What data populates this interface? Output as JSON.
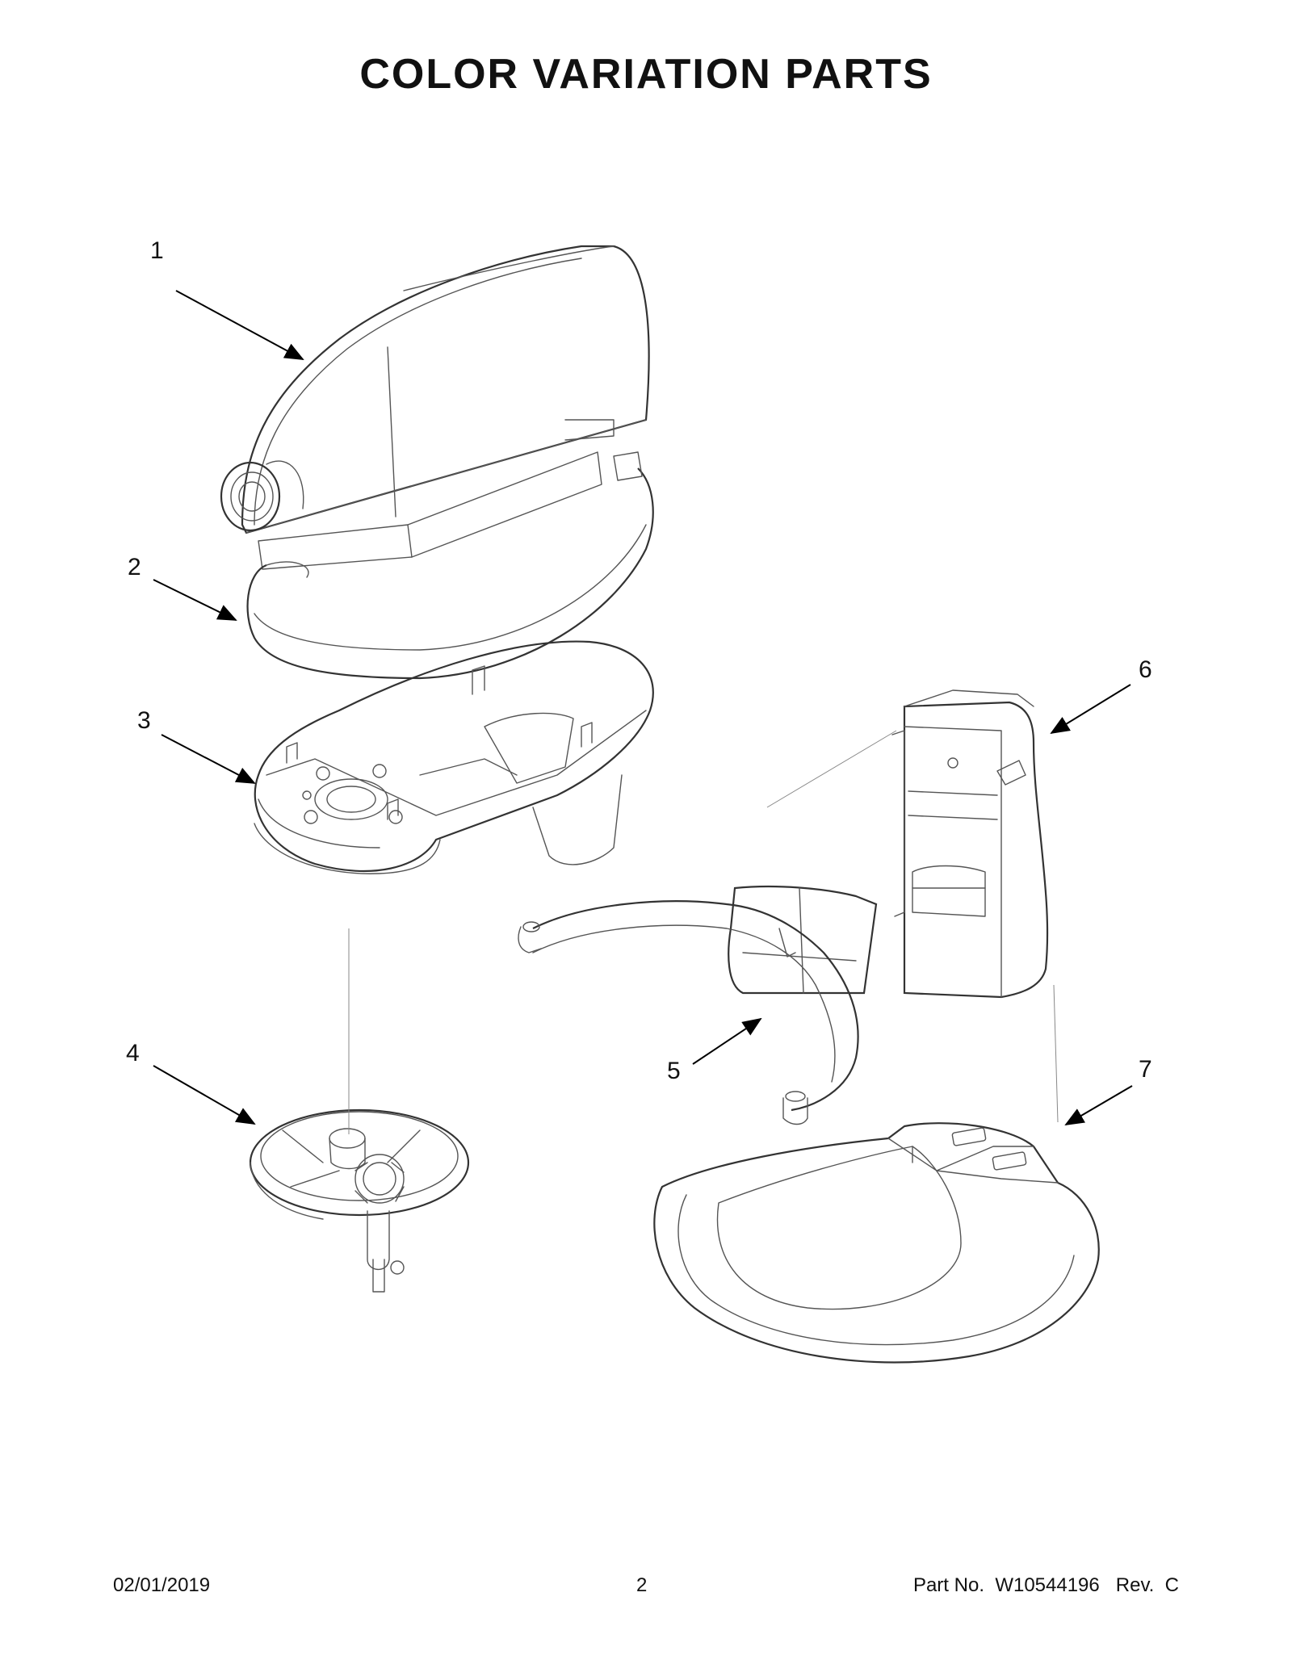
{
  "page": {
    "title": "COLOR VARIATION PARTS",
    "footer": {
      "date": "02/01/2019",
      "page_number": "2",
      "part_number": "Part No.  W10544196   Rev.  C"
    }
  },
  "parts": [
    {
      "number": "1"
    },
    {
      "number": "2"
    },
    {
      "number": "3"
    },
    {
      "number": "4"
    },
    {
      "number": "5"
    },
    {
      "number": "6"
    },
    {
      "number": "7"
    }
  ]
}
